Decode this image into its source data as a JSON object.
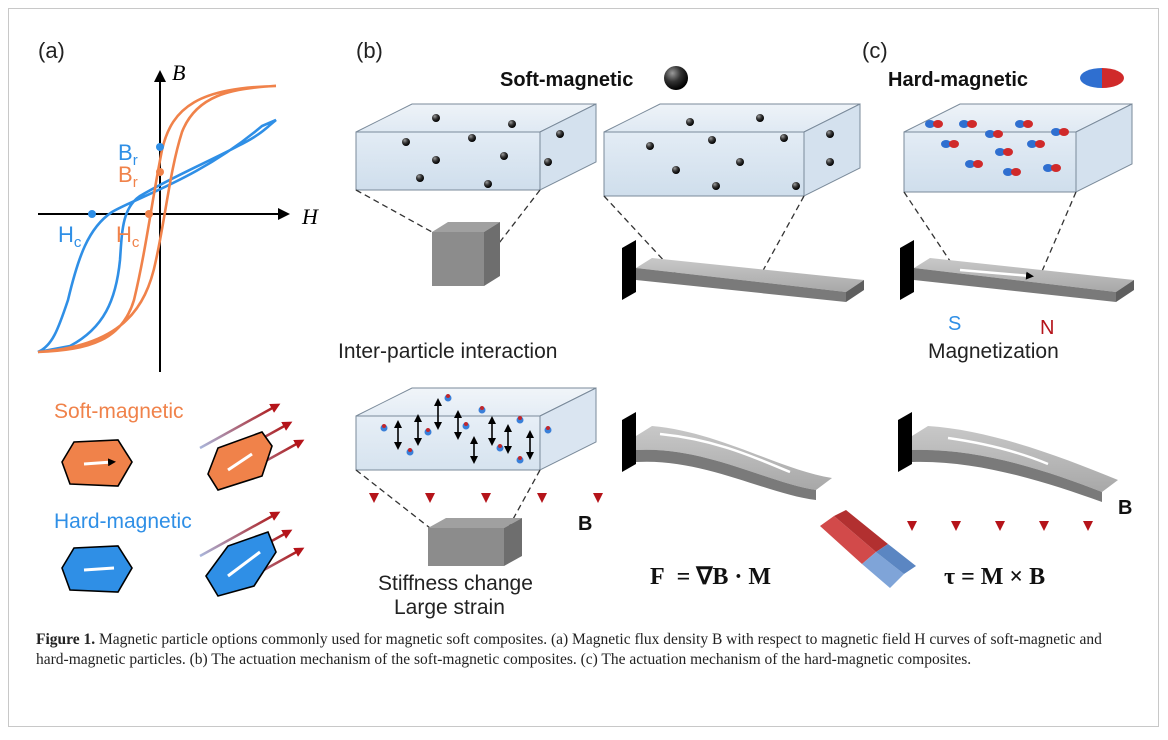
{
  "panels": {
    "a": "(a)",
    "b": "(b)",
    "c": "(c)"
  },
  "panel_a": {
    "axis_b": "B",
    "axis_h": "H",
    "br_blue": "B",
    "br_orange": "B",
    "br_sub": "r",
    "hc_blue": "H",
    "hc_orange": "H",
    "hc_sub": "c",
    "soft_label": "Soft-magnetic",
    "hard_label": "Hard-magnetic",
    "soft_color": "#f0824a",
    "hard_color": "#2f8fe6"
  },
  "panel_b": {
    "title": "Soft-magnetic",
    "interaction": "Inter-particle interaction",
    "stiffness": "Stiffness change",
    "strain": "Large strain",
    "field_label": "B",
    "formula_lhs": "F",
    "formula_rhs": "= ∇B · M"
  },
  "panel_c": {
    "title": "Hard-magnetic",
    "south": "S",
    "north": "N",
    "magnetization": "Magnetization",
    "field_label": "B",
    "formula": "τ = M × B"
  },
  "caption": {
    "label": "Figure 1.",
    "text": "Magnetic particle options commonly used for magnetic soft composites. (a) Magnetic flux density B with respect to magnetic field H curves of soft-magnetic and hard-magnetic particles. (b) The actuation mechanism of the soft-magnetic composites. (c) The actuation mechanism of the hard-magnetic composites."
  }
}
